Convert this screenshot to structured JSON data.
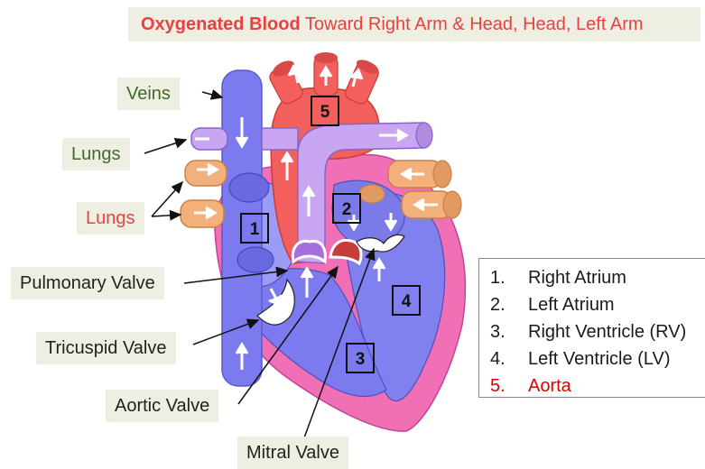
{
  "header": {
    "bold_text": "Oxygenated Blood",
    "rest_text": "Toward Right Arm & Head, Head, Left Arm"
  },
  "labels": {
    "veins": "Veins",
    "lungs_top": "Lungs",
    "lungs_bottom": "Lungs",
    "pulmonary_valve": "Pulmonary Valve",
    "tricuspid_valve": "Tricuspid Valve",
    "aortic_valve": "Aortic Valve",
    "mitral_valve": "Mitral Valve"
  },
  "chamber_numbers": {
    "right_atrium": "1",
    "left_atrium": "2",
    "right_ventricle": "3",
    "left_ventricle": "4",
    "aorta": "5"
  },
  "legend": [
    {
      "num": "1.",
      "text": "Right Atrium",
      "color": "#1a1a1a"
    },
    {
      "num": "2.",
      "text": "Left Atrium",
      "color": "#1a1a1a"
    },
    {
      "num": "3.",
      "text": "Right Ventricle (RV)",
      "color": "#1a1a1a"
    },
    {
      "num": "4.",
      "text": "Left Ventricle (LV)",
      "color": "#1a1a1a"
    },
    {
      "num": "5.",
      "text": "Aorta",
      "color": "#e00000"
    }
  ],
  "colors": {
    "oxygenated": "#f25f5c",
    "deoxygenated": "#7b7bef",
    "pulmonary_artery": "#c9a6f2",
    "pulmonary_vein": "#f4b07a",
    "heart_wall": "#f06fb5",
    "label_bg": "#eeeee2",
    "green_text": "#3f6a2a",
    "red_text": "#e8413f"
  }
}
